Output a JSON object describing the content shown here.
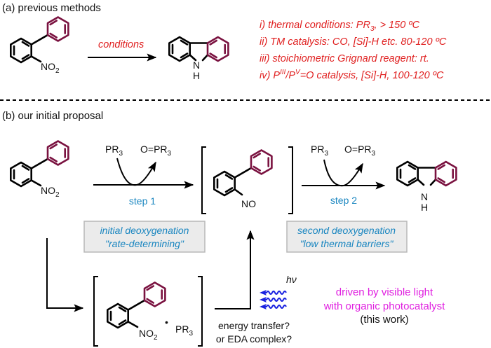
{
  "section_a": {
    "heading": "(a) previous methods",
    "arrow_label": "conditions",
    "reactant_label": "NO",
    "reactant_label_sub": "2",
    "product_nh": "N",
    "product_h": "H",
    "conditions": [
      {
        "prefix": "i) thermal conditions: PR",
        "sub": "3",
        "suffix": ", > 150 ºC"
      },
      {
        "prefix": "ii) TM catalysis: CO, [Si]-H etc. 80-120 ºC"
      },
      {
        "prefix": "iii) stoichiometric Grignard reagent: rt."
      },
      {
        "prefix": "iv) P",
        "sup1": "III",
        "mid": "/P",
        "sup2": "V",
        "suffix": "=O catalysis, [Si]-H, 100-120 ºC"
      }
    ]
  },
  "section_b": {
    "heading": "(b) our initial proposal",
    "step1": {
      "label": "step 1",
      "reagent_in": "PR",
      "reagent_in_sub": "3",
      "reagent_out": "O=PR",
      "reagent_out_sub": "3"
    },
    "step2": {
      "label": "step 2",
      "reagent_in": "PR",
      "reagent_in_sub": "3",
      "reagent_out": "O=PR",
      "reagent_out_sub": "3"
    },
    "reactant_label": "NO",
    "reactant_label_sub": "2",
    "intermediate_label": "NO",
    "product_nh": "N",
    "product_h": "H",
    "box1": {
      "line1": "initial deoxygenation",
      "line2": "\"rate-determining\""
    },
    "box2": {
      "line1": "second deoxygenation",
      "line2": "\"low thermal barriers\""
    },
    "complex": {
      "no2": "NO",
      "no2_sub": "2",
      "dot": "•",
      "pr3": "PR",
      "pr3_sub": "3"
    },
    "light": "hν",
    "mechanism": {
      "line1": "energy transfer?",
      "line2": "or EDA complex?"
    },
    "highlight": {
      "line1": "driven by visible light",
      "line2": "with organic photocatalyst",
      "line3": "(this work)"
    }
  },
  "colors": {
    "purple_ring": "#7a1240",
    "red_text": "#e02020",
    "blue_text": "#1a86c0",
    "magenta_text": "#e020e0",
    "wave_blue": "#1a22e0",
    "box_fill": "#ebebeb"
  }
}
